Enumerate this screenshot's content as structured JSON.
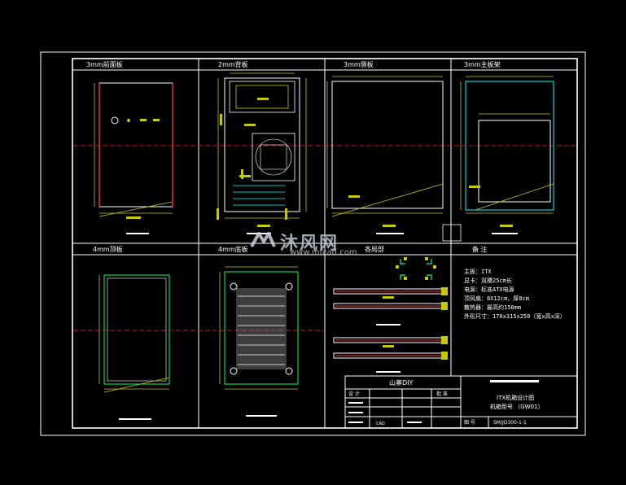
{
  "panels": {
    "front": "3mm前面板",
    "back": "2mm背板",
    "side": "3mm侧板",
    "board_tray": "3mm主板架",
    "top": "4mm顶板",
    "bottom": "4mm底板",
    "detail": "各局部",
    "notes": "备  注"
  },
  "notes": {
    "lines": [
      "主板：ITX",
      "显卡：双槽25cm长",
      "电源：标准ATX电源",
      "顶风扇：8X12cm，厚8cm",
      "散热器：最高约158mm",
      "外形尺寸：170x315x250（宽x高x深）"
    ]
  },
  "title_block": {
    "company": "山寨DIY",
    "drawing_title": "ITX机箱设计图",
    "model": "机箱型号 （GW01）",
    "row_label_1": "设 计",
    "col_label": "批 准",
    "cad_label": "CAD",
    "drawing_no_label": "图 号",
    "drawing_no": "SM/JD300-1-1"
  },
  "watermark": {
    "brand": "沐风网",
    "url": "www.mfcad.com"
  },
  "colors": {
    "background": "#000000",
    "border": "#ffffff",
    "dimension": "#c8c800",
    "centerline": "#ff0000",
    "outline_green": "#00ff66",
    "outline_cyan": "#00ffff",
    "accent_red": "#ff3030"
  }
}
